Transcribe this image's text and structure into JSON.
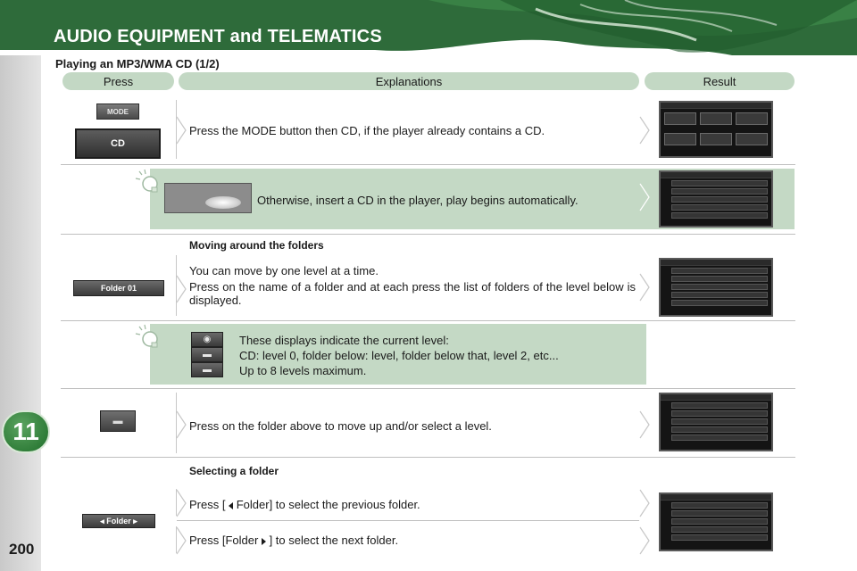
{
  "header": {
    "chapter_title": "AUDIO EQUIPMENT and TELEMATICS",
    "section_title": "Playing an MP3/WMA CD (1/2)"
  },
  "columns": {
    "press": "Press",
    "explanations": "Explanations",
    "result": "Result"
  },
  "rows": {
    "mode_cd": "Press the MODE button then CD, if the player already contains a CD.",
    "insert_cd": "Otherwise, insert a CD in the player, play begins automatically.",
    "moving_heading": "Moving around the folders",
    "one_level": "You can move by one level at a time.",
    "press_folder_name": "Press on the name of a folder and at each press the list of folders of the level below is displayed.",
    "levels_line1": "These displays indicate the current level:",
    "levels_line2": "CD: level 0, folder below: level, folder below that, level 2, etc...",
    "levels_line3": "Up to 8 levels maximum.",
    "folder_above": "Press on the folder above to move up and/or select a level.",
    "selecting_heading": "Selecting a folder",
    "prev_folder_a": "Press [",
    "prev_folder_b": "Folder] to select the previous folder.",
    "next_folder_a": "Press [Folder",
    "next_folder_b": "] to select the next folder."
  },
  "press_labels": {
    "mode": "MODE",
    "cd": "CD",
    "folder01": "Folder 01",
    "folder_nav": "◂ Folder ▸"
  },
  "side": {
    "chapter_number": "11",
    "page_number": "200"
  },
  "colors": {
    "header_green": "#2e6b3a",
    "pill_green": "#c3d8c4",
    "badge_green": "#2f7d38"
  }
}
